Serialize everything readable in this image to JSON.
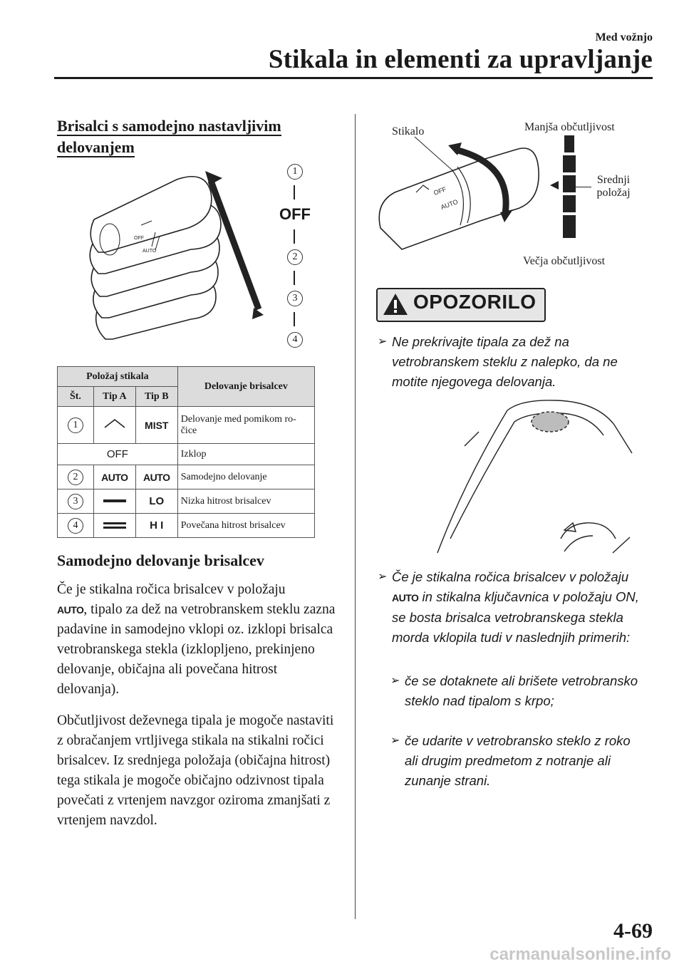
{
  "header": {
    "section": "Med vožnjo",
    "title": "Stikala in elementi za upravljanje"
  },
  "section_title": {
    "line1": "Brisalci s samodejno nastavljivim",
    "line2": "delovanjem"
  },
  "diagram1": {
    "labels": [
      "1",
      "OFF",
      "2",
      "3",
      "4"
    ]
  },
  "table": {
    "head": {
      "position": "Položaj stikala",
      "operation": "Delovanje brisalcev",
      "no": "Št.",
      "tip_a": "Tip A",
      "tip_b": "Tip B"
    },
    "rows": [
      {
        "no": "1",
        "tip_b": "MIST",
        "operation": "Delovanje med pomikom ro-čice"
      },
      {
        "label": "OFF",
        "operation": "Izklop"
      },
      {
        "no": "2",
        "tip_a": "AUTO",
        "tip_b": "AUTO",
        "operation": "Samodejno delovanje"
      },
      {
        "no": "3",
        "tip_b": "LO",
        "operation": "Nizka hitrost brisalcev"
      },
      {
        "no": "4",
        "tip_b": "H I",
        "operation": "Povečana hitrost brisalcev"
      }
    ]
  },
  "subheading": "Samodejno delovanje brisalcev",
  "para1": {
    "start": "Če je stikalna ročica brisalcev v položaju",
    "icon": "AUTO",
    "rest": ", tipalo za dež na vetrobranskem steklu zazna padavine in samodejno vklopi oz. izklopi brisalca vetrobranskega stekla (izklopljeno, prekinjeno delovanje, običajna ali povečana hitrost delovanja)."
  },
  "para2": "Občutljivost deževnega tipala je mogoče nastaviti z obračanjem vrtljivega stikala na stikalni ročici brisalcev. Iz srednjega položaja (običajna hitrost) tega stikala je mogoče običajno odzivnost tipala povečati z vrtenjem navzgor oziroma zmanjšati z vrtenjem navzdol.",
  "diagram2": {
    "stikalo": "Stikalo",
    "less": "Manjša občutljivost",
    "mid1": "Srednji",
    "mid2": "položaj",
    "more": "Večja občutljivost"
  },
  "warning": {
    "label": "OPOZORILO",
    "b1": "Ne prekrivajte tipala za dež na vetrobranskem steklu z nalepko, da ne motite njegovega delovanja.",
    "b2_start": "Če je stikalna ročica brisalcev v položaju",
    "b2_icon": "AUTO",
    "b2_rest": " in stikalna ključavnica v položaju ON, se bosta brisalca vetrobranskega stekla morda vklopila tudi v naslednjih primerih:",
    "s1": "če se dotaknete ali brišete vetrobransko steklo nad tipalom s krpo;",
    "s2": "če udarite v vetrobransko steklo z roko ali drugim predmetom z notranje ali zunanje strani."
  },
  "page_number": "4-69",
  "watermark": "carmanualsonline.info"
}
